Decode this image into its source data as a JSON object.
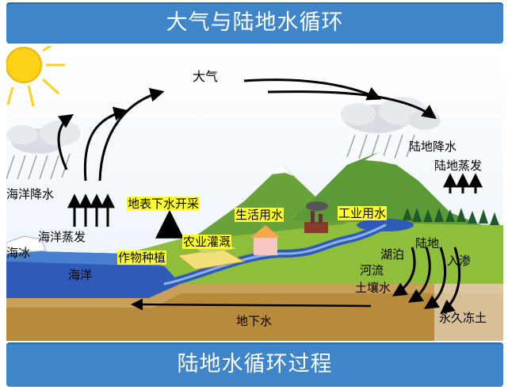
{
  "title": "大气与陆地水循环",
  "footer": "陆地水循环过程",
  "labels": {
    "atmosphere": "大气",
    "land_precipitation": "陆地降水",
    "land_evaporation": "陆地蒸发",
    "ocean_precipitation": "海洋降水",
    "ocean_evaporation": "海洋蒸发",
    "sea_ice": "海冰",
    "ocean": "海洋",
    "groundwater_extraction": "地表下水开采",
    "domestic_water": "生活用水",
    "industrial_water": "工业用水",
    "irrigation": "农业灌溉",
    "crop_planting": "作物种植",
    "land": "陆地",
    "lake": "湖泊",
    "river": "河流",
    "soil_water": "土壤水",
    "infiltration": "入渗",
    "permafrost": "永久冻土",
    "groundwater": "地下水"
  },
  "colors": {
    "header_bg": "#3f85c9",
    "highlight": "#ffff2e",
    "sea": "#2f5bb8",
    "land_green": "#8fbf3a",
    "soil": "#b88a3c"
  }
}
